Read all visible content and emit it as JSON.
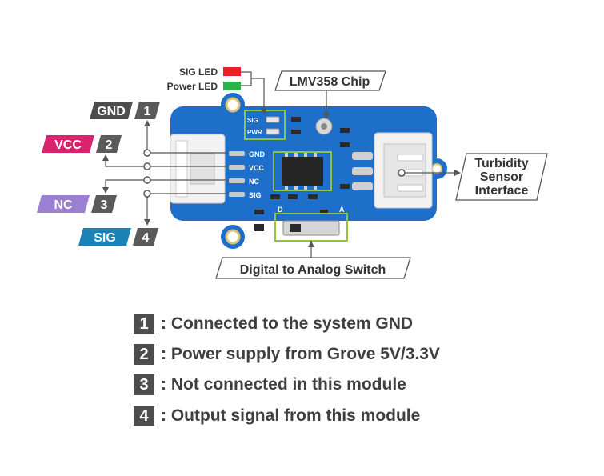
{
  "pins": [
    {
      "num": "1",
      "name": "GND"
    },
    {
      "num": "2",
      "name": "VCC"
    },
    {
      "num": "3",
      "name": "NC"
    },
    {
      "num": "4",
      "name": "SIG"
    }
  ],
  "leds": [
    {
      "label": "SIG LED",
      "color": "#e8202a"
    },
    {
      "label": "Power LED",
      "color": "#2db34a"
    }
  ],
  "callouts": {
    "chip": "LMV358 Chip",
    "switch": "Digital to Analog Switch",
    "sensor_line1": "Turbidity",
    "sensor_line2": "Sensor",
    "sensor_line3": "Interface"
  },
  "board_silk": {
    "gnd": "GND",
    "vcc": "VCC",
    "nc": "NC",
    "sig": "SIG",
    "sig_led": "SIG",
    "pwr_led": "PWR",
    "d": "D",
    "a": "A"
  },
  "legend": [
    {
      "num": "1",
      "text": ": Connected to the system GND"
    },
    {
      "num": "2",
      "text": ": Power supply from Grove 5V/3.3V"
    },
    {
      "num": "3",
      "text": ": Not connected in this module"
    },
    {
      "num": "4",
      "text": ": Output signal from this module"
    }
  ],
  "colors": {
    "gnd_tag": "#4d4d4d",
    "vcc_tag": "#d6246e",
    "nc_tag": "#9b7fd0",
    "sig_tag": "#1a82b5",
    "num_tag": "#5a5a5a",
    "board": "#1d6fc9",
    "highlight": "#8ec63f"
  }
}
